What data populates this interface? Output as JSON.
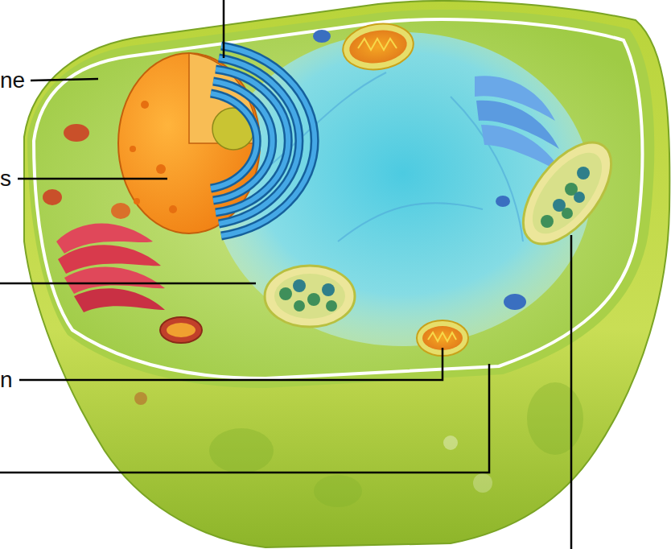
{
  "diagram": {
    "labels": [
      "ne",
      "s",
      "n"
    ]
  }
}
